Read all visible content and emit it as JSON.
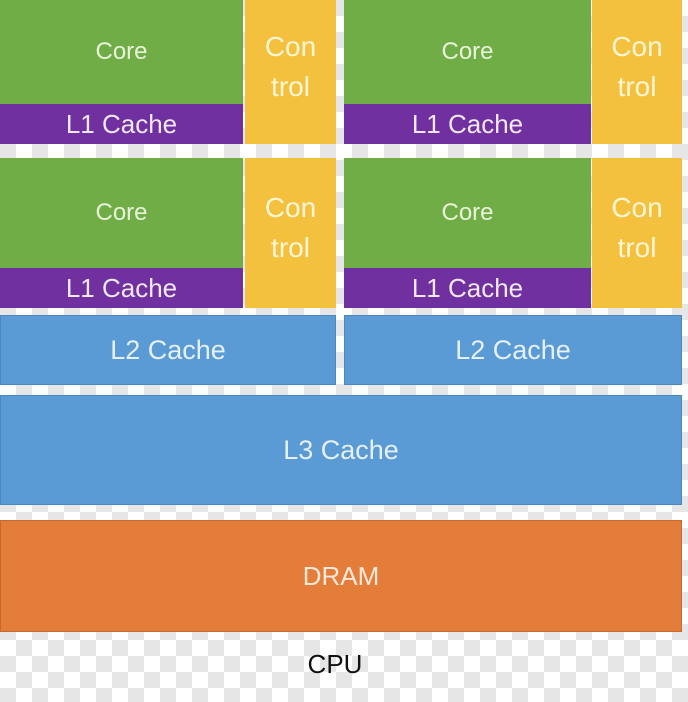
{
  "cores": [
    {
      "core": "Core",
      "l1": "L1 Cache",
      "control": "Con trol"
    },
    {
      "core": "Core",
      "l1": "L1 Cache",
      "control": "Con trol"
    },
    {
      "core": "Core",
      "l1": "L1 Cache",
      "control": "Con trol"
    },
    {
      "core": "Core",
      "l1": "L1 Cache",
      "control": "Con trol"
    }
  ],
  "l2": [
    "L2 Cache",
    "L2 Cache"
  ],
  "l3": "L3 Cache",
  "dram": "DRAM",
  "caption": "CPU",
  "colors": {
    "core": "#70ad47",
    "l1": "#7030a0",
    "control": "#f4c13e",
    "cache": "#5b9bd5",
    "dram": "#e57d3a"
  }
}
